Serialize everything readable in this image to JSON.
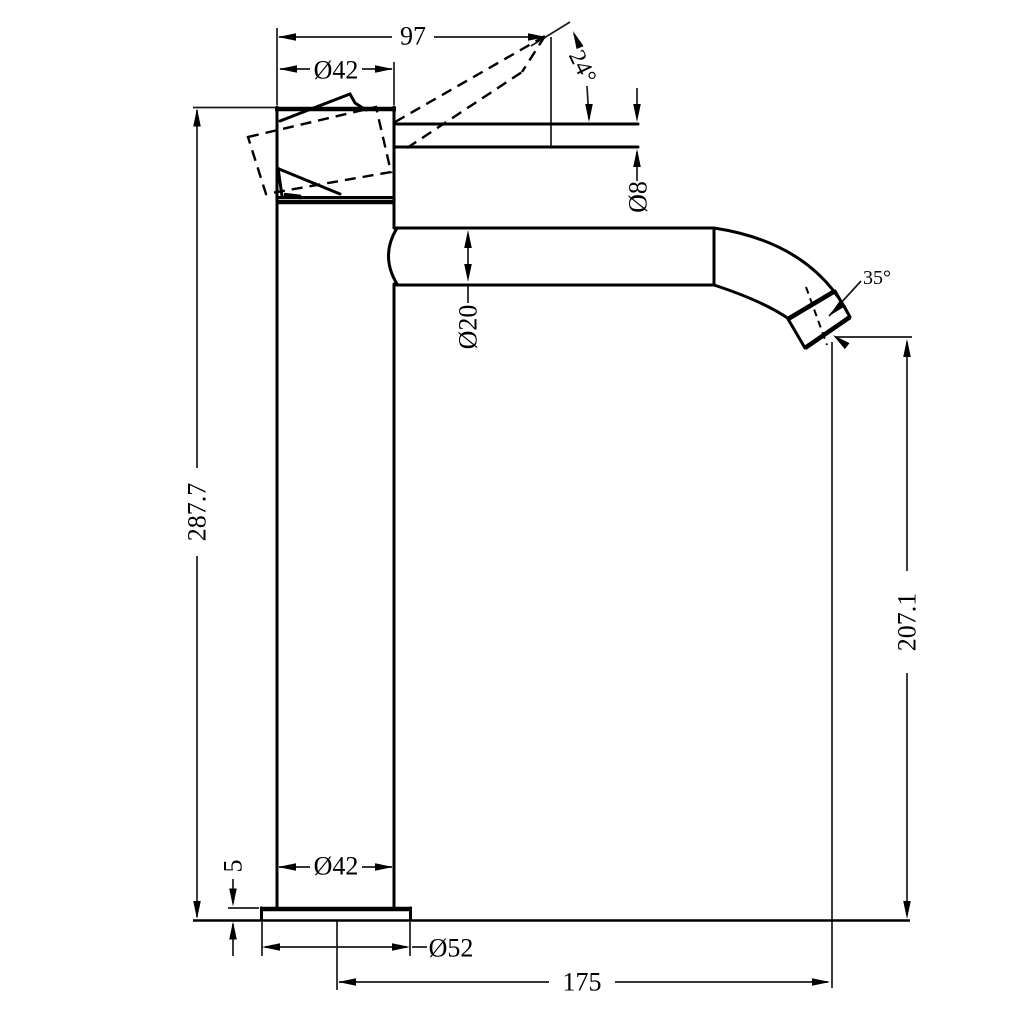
{
  "drawing": {
    "kind": "faucet-dimension-drawing",
    "colors": {
      "ink": "#000000",
      "background": "#ffffff"
    },
    "dims": {
      "top_width": {
        "label": "97"
      },
      "head_diameter": {
        "label": "Ø42"
      },
      "handle_angle": {
        "label": "24°"
      },
      "outlet_diameter": {
        "label": "Ø8"
      },
      "spout_tube_diameter": {
        "label": "Ø20"
      },
      "spout_tip_angle": {
        "label": "35°"
      },
      "overall_height": {
        "label": "287.7"
      },
      "outlet_height": {
        "label": "207.1"
      },
      "base_plate_thickness": {
        "label": "5"
      },
      "body_diameter": {
        "label": "Ø42"
      },
      "base_diameter": {
        "label": "Ø52"
      },
      "spout_reach": {
        "label": "175"
      }
    }
  }
}
